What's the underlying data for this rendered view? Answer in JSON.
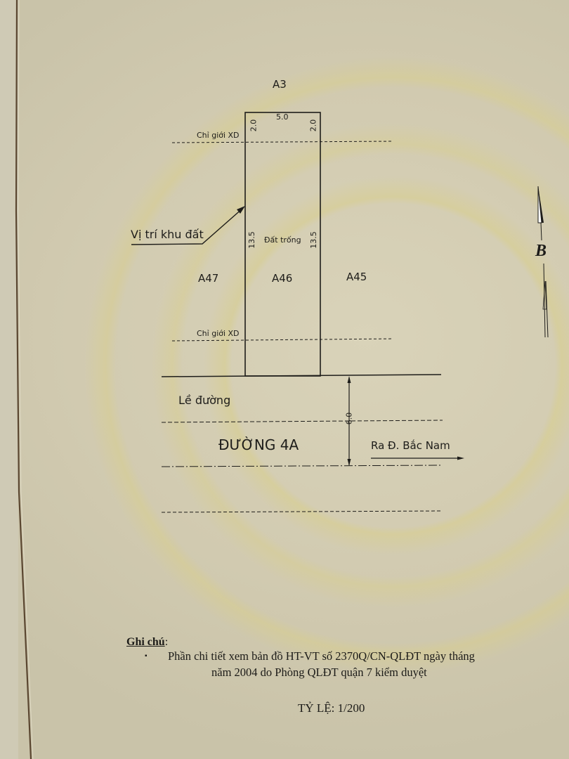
{
  "document": {
    "type": "land plot site plan",
    "plot": {
      "id": "A46",
      "status_label": "Đất trống",
      "width_m": "5.0",
      "depth_left_m": "13.5",
      "depth_right_m": "13.5",
      "setback_left_m": "2.0",
      "setback_right_m": "2.0",
      "location_label": "Vị trí khu đất"
    },
    "neighbors": {
      "north": "A3",
      "west": "A47",
      "east": "A45"
    },
    "lines": {
      "build_line_top": "Chỉ giới XD",
      "build_line_bottom": "Chỉ giới XD",
      "sidewalk": "Lề đường"
    },
    "road": {
      "name": "ĐƯỜNG 4A",
      "width_m": "6.0",
      "direction_label": "Ra Đ. Bắc Nam"
    },
    "north_arrow": {
      "letter": "B",
      "icon": "north-arrow-icon"
    },
    "notes": {
      "heading": "Ghi chú",
      "heading_suffix": ":",
      "bullet": "▪",
      "line1": "Phần chi tiết xem bản đồ HT-VT số 2370Q/CN-QLĐT ngày  tháng",
      "line2": "năm 2004 do Phòng QLĐT quận 7 kiểm duyệt"
    },
    "scale": {
      "label": "TỶ LỆ: 1/200"
    },
    "colors": {
      "paper": "#d5cfb6",
      "ink": "#1e1d1a",
      "watermark": "#d8ce8c"
    }
  }
}
